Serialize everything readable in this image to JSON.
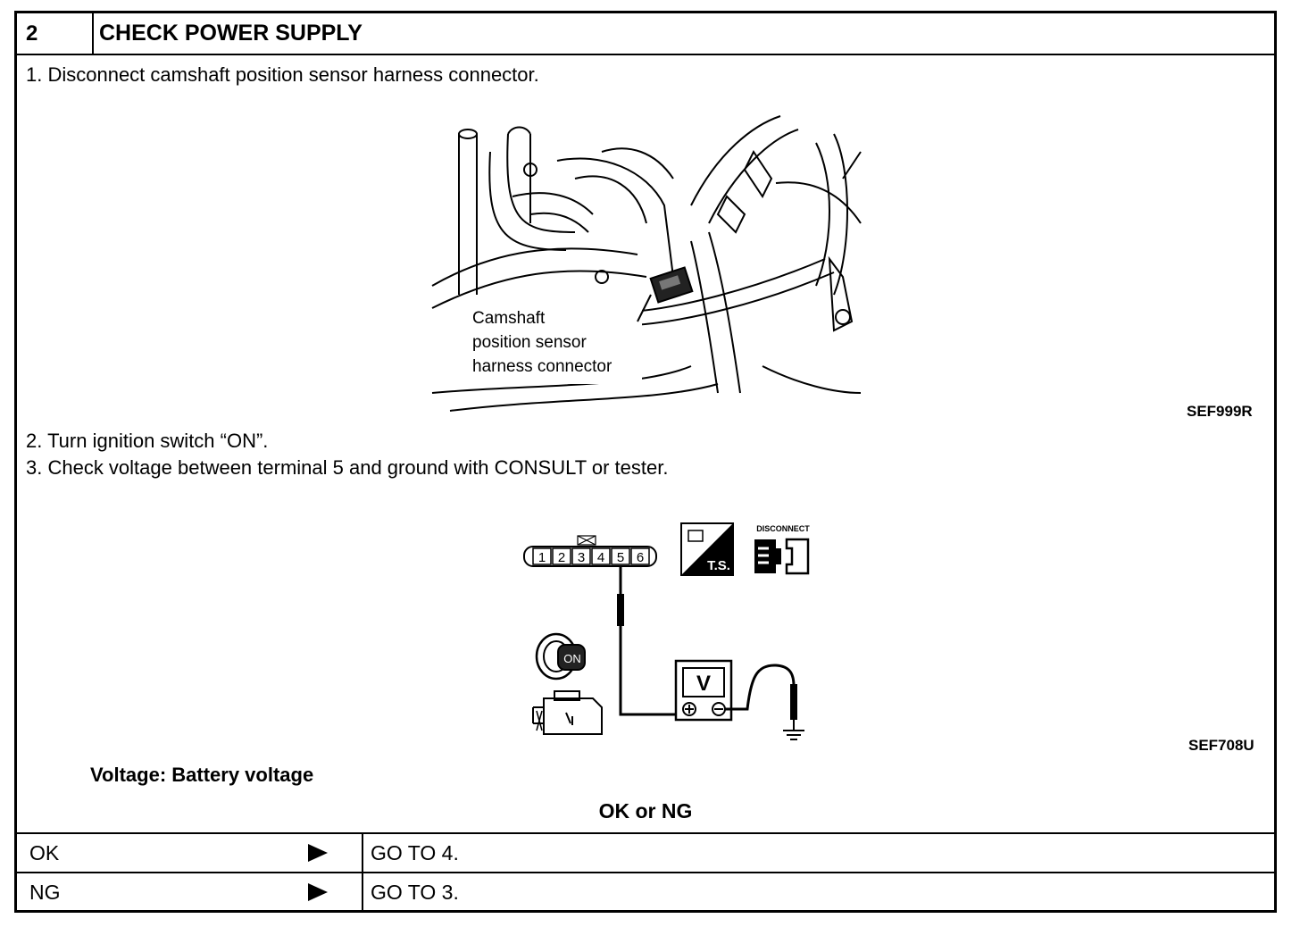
{
  "header": {
    "number": "2",
    "title": "CHECK POWER SUPPLY"
  },
  "steps": [
    "1.  Disconnect camshaft position sensor harness connector.",
    "2.  Turn ignition switch “ON”.",
    "3.  Check voltage between terminal 5 and ground with CONSULT or tester."
  ],
  "figure1": {
    "code": "SEF999R",
    "callout": [
      "Camshaft",
      "position sensor",
      "harness connector"
    ]
  },
  "figure2": {
    "code": "SEF708U",
    "terminals": [
      "1",
      "2",
      "3",
      "4",
      "5",
      "6"
    ],
    "ts_label": "T.S.",
    "disconnect_label": "DISCONNECT",
    "key_label": "ON",
    "meter_label": "V"
  },
  "spec": "Voltage: Battery voltage",
  "result_prompt": "OK or NG",
  "results": [
    {
      "label": "OK",
      "action": "GO TO 4."
    },
    {
      "label": "NG",
      "action": "GO TO 3."
    }
  ]
}
